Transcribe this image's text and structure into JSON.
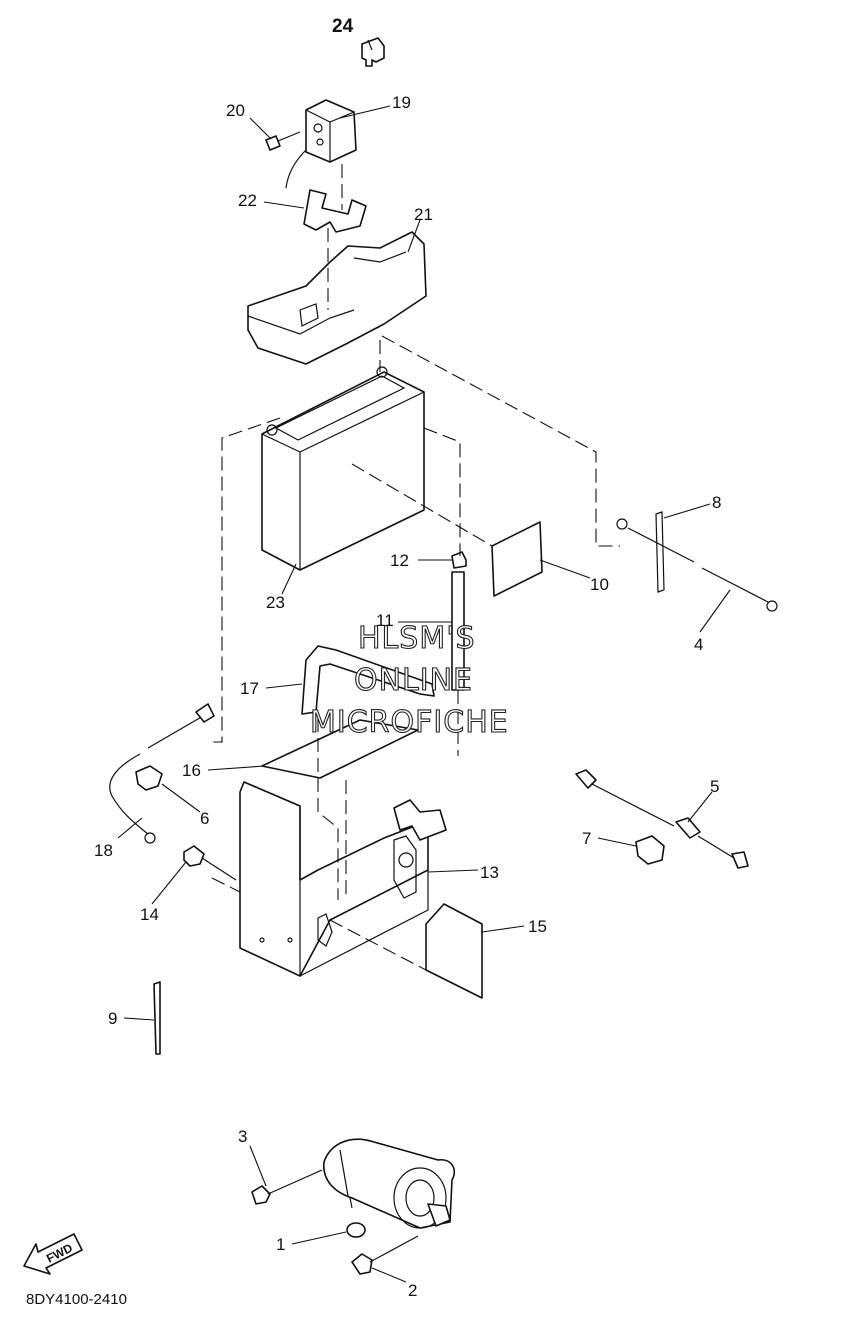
{
  "callouts": [
    {
      "id": "c24",
      "label": "24",
      "bold": true
    },
    {
      "id": "c20",
      "label": "20"
    },
    {
      "id": "c19",
      "label": "19"
    },
    {
      "id": "c22",
      "label": "22"
    },
    {
      "id": "c21",
      "label": "21"
    },
    {
      "id": "c8",
      "label": "8"
    },
    {
      "id": "c12",
      "label": "12"
    },
    {
      "id": "c10",
      "label": "10"
    },
    {
      "id": "c23",
      "label": "23"
    },
    {
      "id": "c11",
      "label": "11"
    },
    {
      "id": "c4",
      "label": "4"
    },
    {
      "id": "c17",
      "label": "17"
    },
    {
      "id": "c16",
      "label": "16"
    },
    {
      "id": "c6",
      "label": "6"
    },
    {
      "id": "c5",
      "label": "5"
    },
    {
      "id": "c7",
      "label": "7"
    },
    {
      "id": "c18",
      "label": "18"
    },
    {
      "id": "c13",
      "label": "13"
    },
    {
      "id": "c14",
      "label": "14"
    },
    {
      "id": "c15",
      "label": "15"
    },
    {
      "id": "c9",
      "label": "9"
    },
    {
      "id": "c3",
      "label": "3"
    },
    {
      "id": "c1",
      "label": "1"
    },
    {
      "id": "c2",
      "label": "2"
    }
  ],
  "watermark": {
    "line1": "HLSM'S",
    "line2": "ONLINE",
    "line3": "MICROFICHE"
  },
  "fwd_label": "FWD",
  "diagram_code": "8DY4100-2410"
}
